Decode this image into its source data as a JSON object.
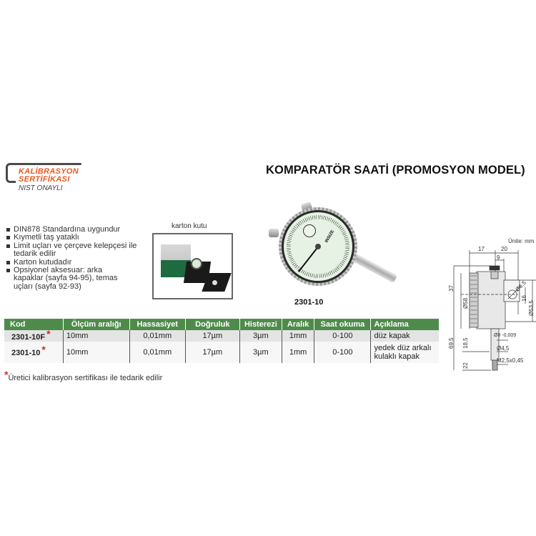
{
  "logo": {
    "line1": "KALİBRASYON",
    "line2": "SERTİFİKASI",
    "line3": "NIST ONAYLI",
    "accent_color": "#e8591f"
  },
  "header": {
    "title": "KOMPARATÖR SAATİ (PROMOSYON MODEL)"
  },
  "features": [
    "DIN878 Standardına uygundur",
    "Kıymetli taş yataklı",
    "Limit uçları ve çerçeve kelepçesi ile tedarik edilir",
    "Karton kutudadır",
    "Opsiyonel aksesuar: arka kapaklar (sayfa 94-95), temas uçları (sayfa 92-93)"
  ],
  "carton": {
    "label": "karton kutu"
  },
  "product_image": {
    "caption": "2301-10",
    "brand": "INSIZE"
  },
  "table": {
    "header_color": "#4e8b4a",
    "columns": [
      "Kod",
      "Ölçüm aralığı",
      "Hassasiyet",
      "Doğruluk",
      "Histerezi",
      "Aralık",
      "Saat okuma",
      "Açıklama"
    ],
    "rows": [
      {
        "kod": "2301-10F",
        "star": "*",
        "olcum": "10mm",
        "hassasiyet": "0,01mm",
        "dogruluk": "17µm",
        "histerezi": "3µm",
        "aralik": "1mm",
        "saat": "0-100",
        "aciklama": "düz kapak"
      },
      {
        "kod": "2301-10",
        "star": "*",
        "olcum": "10mm",
        "hassasiyet": "0,01mm",
        "dogruluk": "17µm",
        "histerezi": "3µm",
        "aralik": "1mm",
        "saat": "0-100",
        "aciklama": "yedek düz arkalı kulaklı kapak"
      }
    ]
  },
  "footnote": {
    "star": "*",
    "text": "Üretici kalibrasyon sertifikası ile tedarik edilir"
  },
  "drawing": {
    "unit": "Ünite: mm",
    "dims": {
      "d17": "17",
      "d20": "20",
      "d9": "9",
      "d37": "37",
      "d58": "Ø58",
      "d65": "Ø6,5",
      "d16": "16",
      "d535": "Ø53,5",
      "d695": "69,5",
      "d185": "18,5",
      "d8": "Ø8 -0,009",
      "d45": "Ø4,5",
      "d22": "22",
      "m25": "M2,5x0,45"
    }
  }
}
